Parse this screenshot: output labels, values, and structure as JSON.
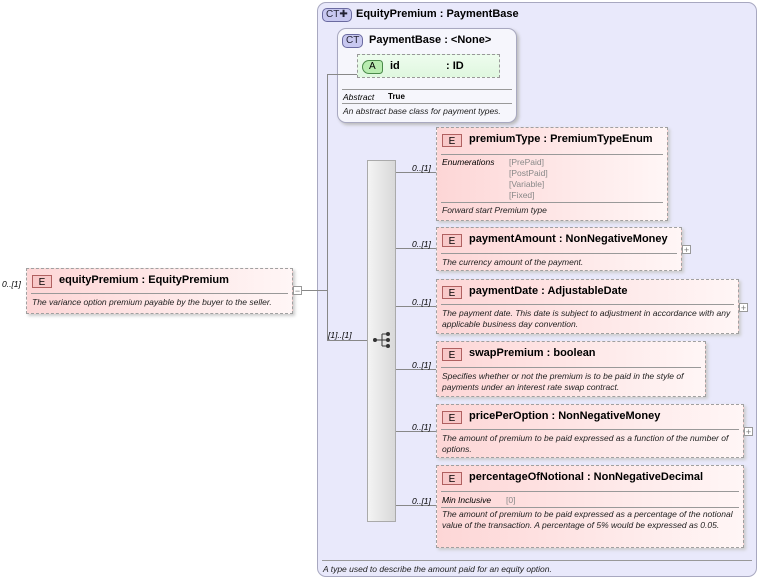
{
  "root": {
    "cardinality": "0..[1]",
    "badge": "E",
    "title": "equityPremium : EquityPremium",
    "description": "The variance option premium payable by the buyer to the seller.",
    "collapse": "−"
  },
  "complex_type": {
    "badge": "CT✚",
    "title": "EquityPremium : PaymentBase",
    "description": "A type used to describe the amount paid for an equity option."
  },
  "base_type": {
    "badge": "CT",
    "title": "PaymentBase : <None>",
    "attribute": {
      "badge": "A",
      "name": "id",
      "type": ": ID"
    },
    "abstract_label": "Abstract",
    "abstract_value": "True",
    "description": "An abstract base class for payment types."
  },
  "sequence": {
    "cardinality": "[1]..[1]",
    "icon": "sequence-icon"
  },
  "children": [
    {
      "cardinality": "0..[1]",
      "badge": "E",
      "title": "premiumType : PremiumTypeEnum",
      "facet_label": "Enumerations",
      "enumerations": [
        "[PrePaid]",
        "[PostPaid]",
        "[Variable]",
        "[Fixed]"
      ],
      "description": "Forward start Premium type"
    },
    {
      "cardinality": "0..[1]",
      "badge": "E",
      "title": "paymentAmount : NonNegativeMoney",
      "description": "The currency amount of the payment.",
      "expand": "+"
    },
    {
      "cardinality": "0..[1]",
      "badge": "E",
      "title": "paymentDate : AdjustableDate",
      "description": "The payment date. This date is subject to adjustment in accordance with any applicable business day convention.",
      "expand": "+"
    },
    {
      "cardinality": "0..[1]",
      "badge": "E",
      "title": "swapPremium : boolean",
      "description": "Specifies whether or not the premium is to be paid in the style of payments under an interest rate swap contract."
    },
    {
      "cardinality": "0..[1]",
      "badge": "E",
      "title": "pricePerOption : NonNegativeMoney",
      "description": "The amount of premium to be paid expressed as a function of the number of options.",
      "expand": "+"
    },
    {
      "cardinality": "0..[1]",
      "badge": "E",
      "title": "percentageOfNotional : NonNegativeDecimal",
      "facet_label": "Min Inclusive",
      "facet_value": "[0]",
      "description": "The amount of premium to be paid expressed as a percentage of the notional value of the transaction. A percentage of 5% would be expressed as 0.05."
    }
  ]
}
